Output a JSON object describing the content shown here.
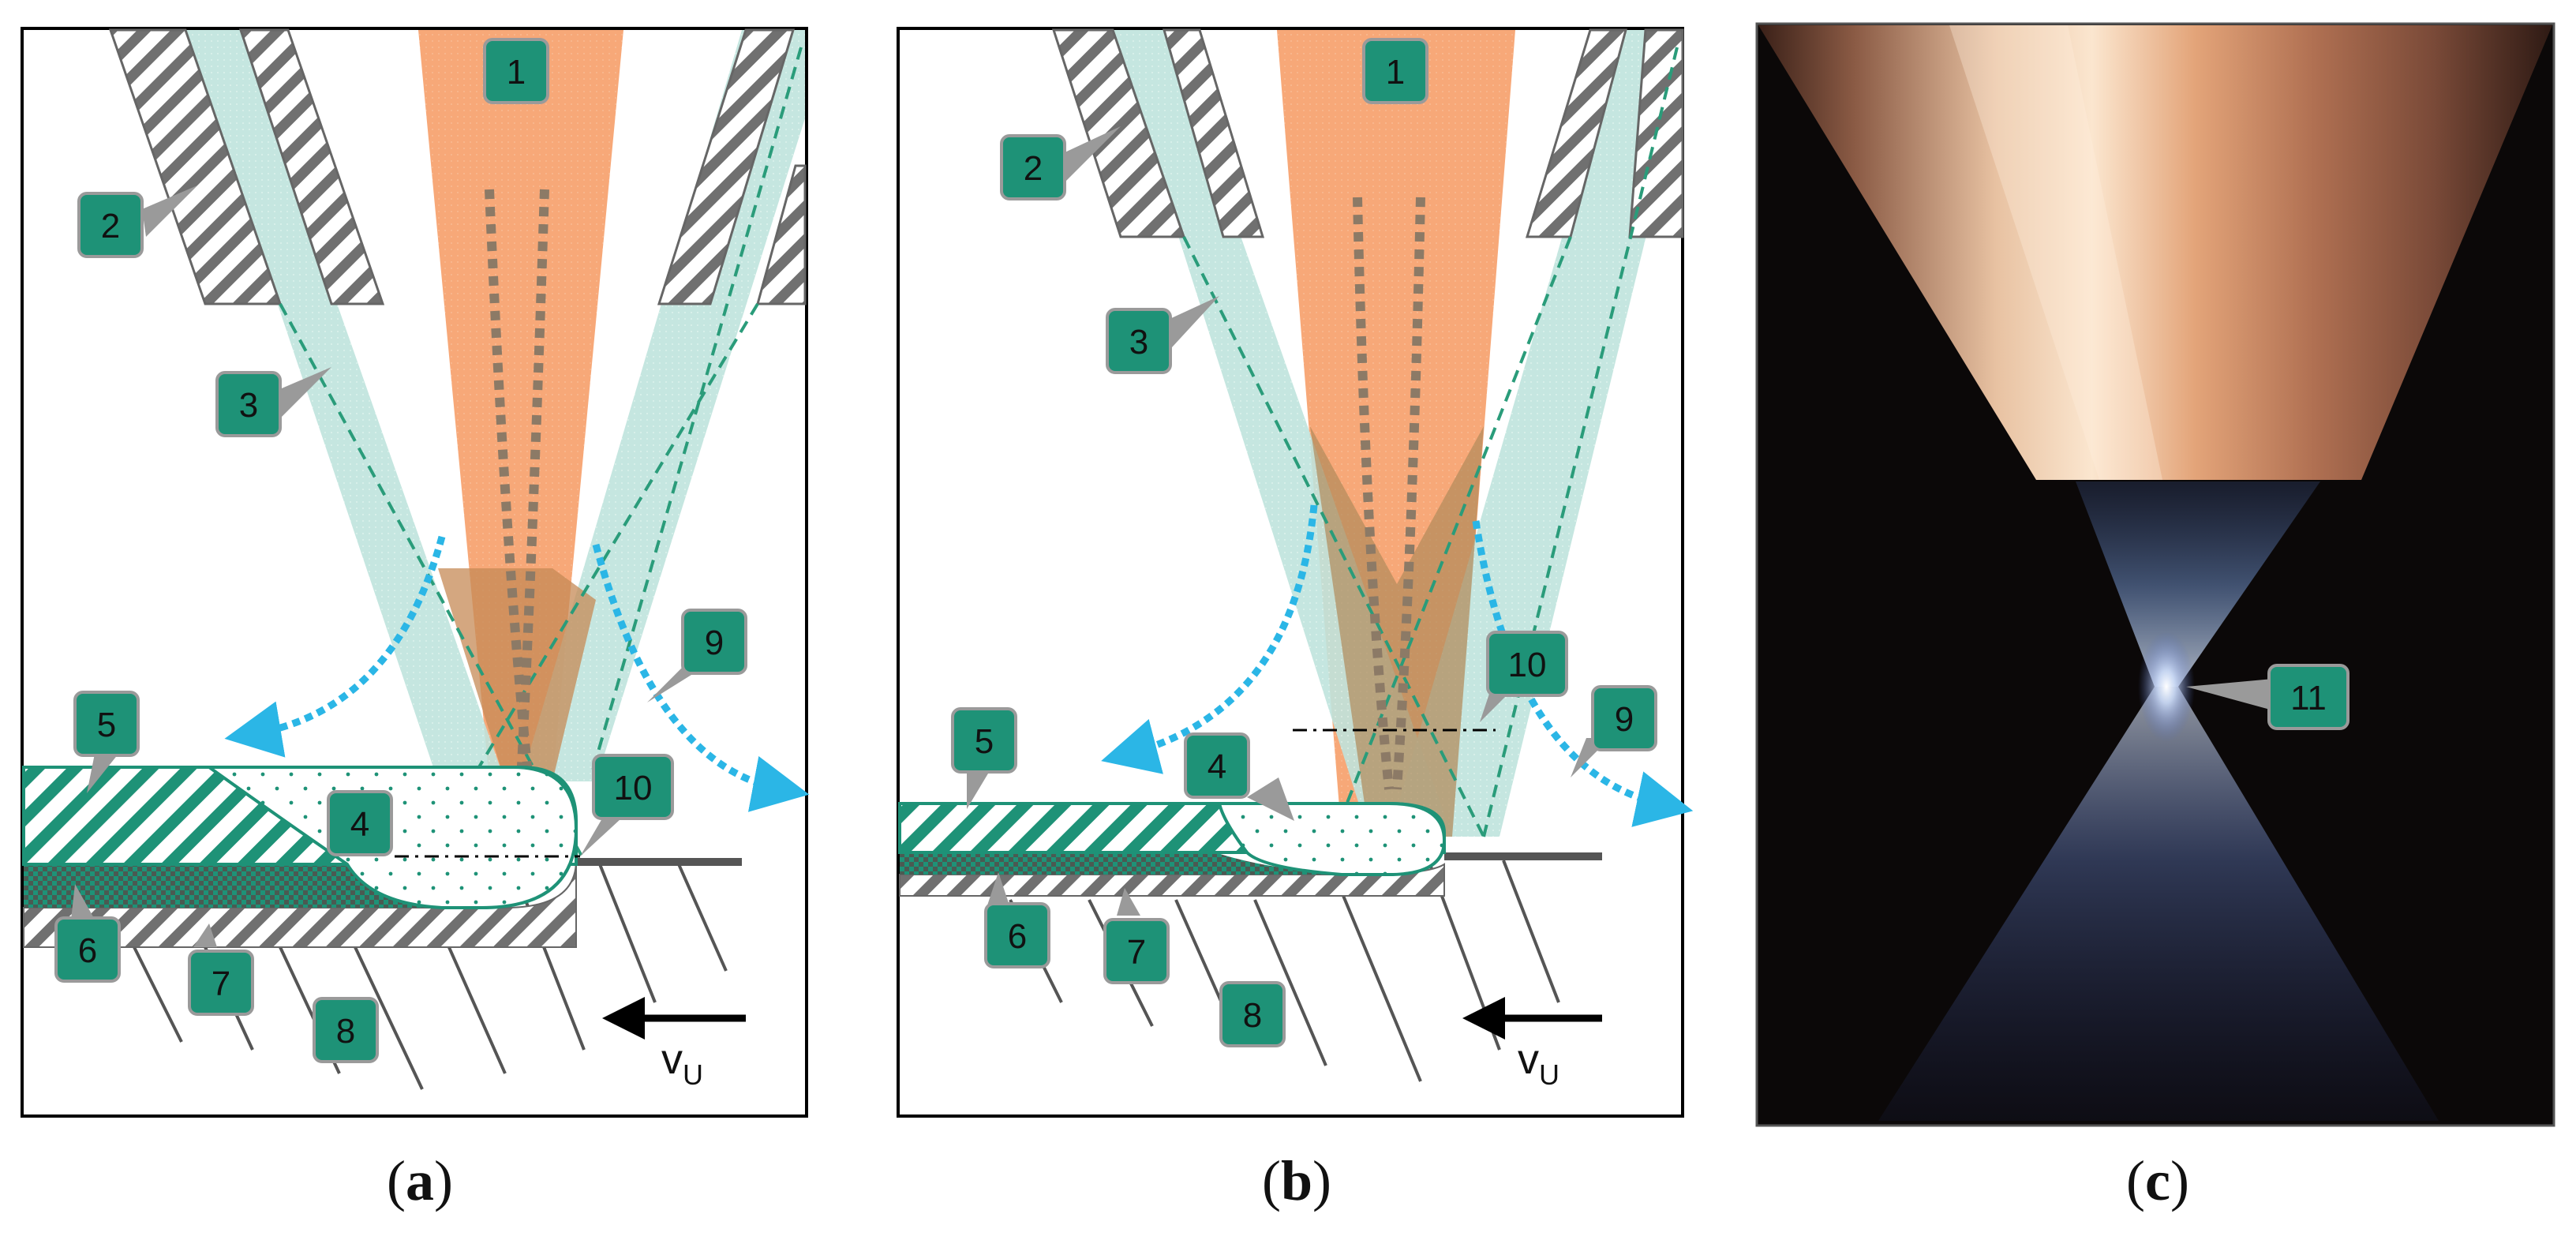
{
  "colors": {
    "label_fill": "#1e9277",
    "label_stroke": "#9a9a9a",
    "laser": "#f7a878",
    "gas": "#bfe3dc",
    "hatch": "#707070",
    "dashed_green": "#2a9c7a",
    "flow_arrow": "#2bb6e6",
    "photo_bg": "#0b0808"
  },
  "panels": {
    "a": {
      "caption": "a",
      "labels": {
        "l1": "1",
        "l2": "2",
        "l3": "3",
        "l4": "4",
        "l5": "5",
        "l6": "6",
        "l7": "7",
        "l8": "8",
        "l9": "9",
        "l10": "10"
      },
      "velocity": {
        "main": "v",
        "sub": "U"
      }
    },
    "b": {
      "caption": "b",
      "labels": {
        "l1": "1",
        "l2": "2",
        "l3": "3",
        "l4": "4",
        "l5": "5",
        "l6": "6",
        "l7": "7",
        "l8": "8",
        "l9": "9",
        "l10": "10"
      },
      "velocity": {
        "main": "v",
        "sub": "U"
      }
    },
    "c": {
      "caption": "c",
      "labels": {
        "l11": "11"
      }
    }
  }
}
